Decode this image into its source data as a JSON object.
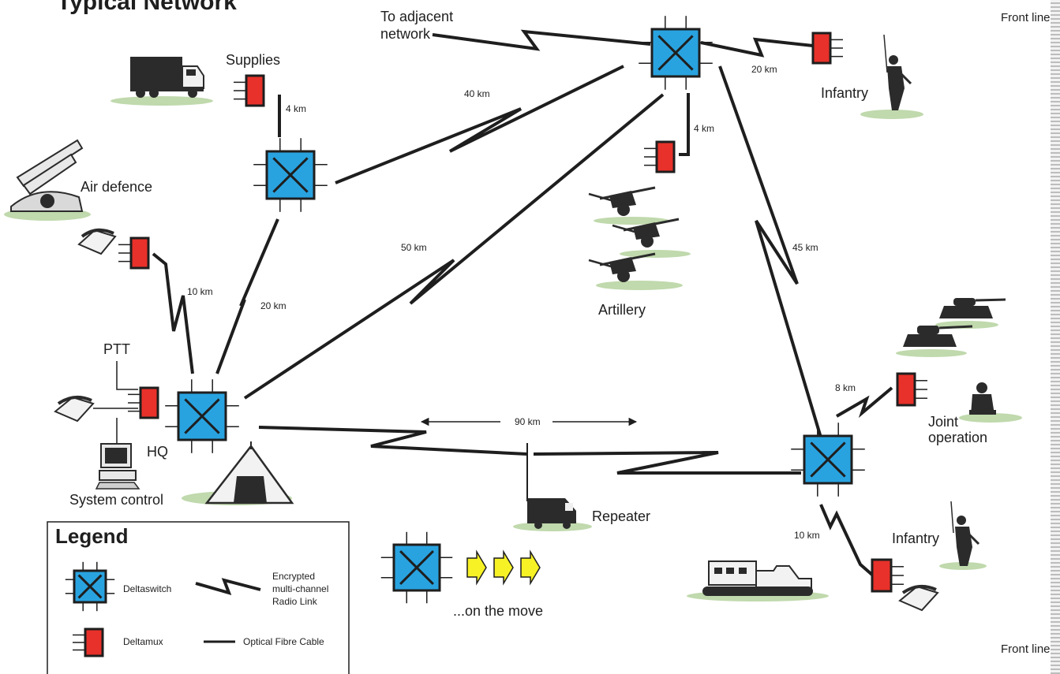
{
  "title": "Typical Network",
  "labels": {
    "adjacent_network": [
      "To adjacent",
      "network"
    ],
    "supplies": "Supplies",
    "air_defence": "Air defence",
    "ptt": "PTT",
    "hq": "HQ",
    "system_control": "System control",
    "infantry_top": "Infantry",
    "infantry_bottom": "Infantry",
    "artillery": "Artillery",
    "joint_operation": [
      "Joint",
      "operation"
    ],
    "repeater": "Repeater",
    "on_the_move": "...on the move",
    "front_line_top": "Front line",
    "front_line_bottom": "Front line"
  },
  "distances": {
    "d_4km_supplies": "4 km",
    "d_40km": "40 km",
    "d_20km_top": "20 km",
    "d_4km_top": "4 km",
    "d_10km_left": "10 km",
    "d_20km_left": "20 km",
    "d_50km": "50 km",
    "d_45km": "45 km",
    "d_8km": "8 km",
    "d_90km": "90 km",
    "d_10km_right": "10 km"
  },
  "legend": {
    "title": "Legend",
    "deltaswitch": "Deltaswitch",
    "deltamux": "Deltamux",
    "radio_link": [
      "Encrypted",
      "multi-channel",
      "Radio Link"
    ],
    "fibre": "Optical Fibre Cable"
  },
  "colors": {
    "switch": "#29a3e0",
    "mux": "#e8312a",
    "arrow": "#f7f225",
    "link": "#1e1e1e",
    "ground": "#b5d29f"
  }
}
